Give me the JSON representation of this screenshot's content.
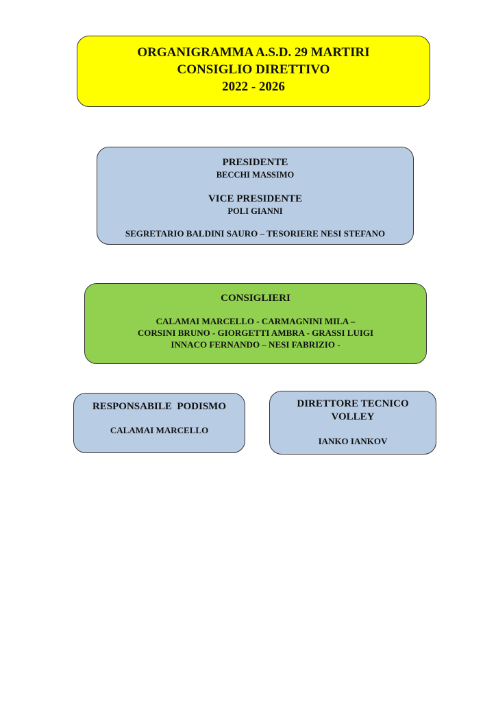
{
  "title": {
    "line1": "ORGANIGRAMMA A.S.D. 29 MARTIRI",
    "line2": "CONSIGLIO DIRETTIVO",
    "line3": "2022 - 2026"
  },
  "presidency": {
    "president_role": "PRESIDENTE",
    "president_name": "BECCHI MASSIMO",
    "vice_role": "VICE PRESIDENTE",
    "vice_name": "POLI GIANNI",
    "secretary_treasurer": "SEGRETARIO BALDINI SAURO – TESORIERE NESI STEFANO"
  },
  "council": {
    "heading": "CONSIGLIERI",
    "lines": [
      "CALAMAI MARCELLO - CARMAGNINI MILA –",
      "CORSINI BRUNO - GIORGETTI AMBRA - GRASSI LUIGI",
      "INNACO FERNANDO – NESI FABRIZIO -"
    ]
  },
  "running": {
    "role": "RESPONSABILE  PODISMO",
    "name": "CALAMAI MARCELLO"
  },
  "volley": {
    "role_line1": "DIRETTORE TECNICO",
    "role_line2": "VOLLEY",
    "name": "IANKO IANKOV"
  },
  "colors": {
    "title_bg": "#ffff00",
    "blue_bg": "#b8cce4",
    "green_bg": "#92d050"
  }
}
